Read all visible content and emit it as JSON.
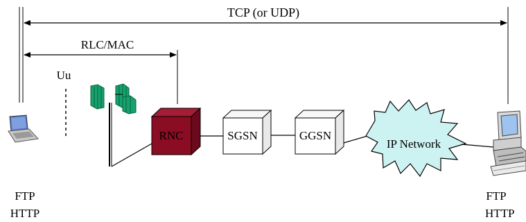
{
  "spans": {
    "tcp": "TCP (or UDP)",
    "rlc_mac": "RLC/MAC"
  },
  "air_interface": "Uu",
  "nodes": {
    "rnc": "RNC",
    "sgsn": "SGSN",
    "ggsn": "GGSN",
    "ip_network": "IP Network"
  },
  "client_apps": {
    "line1": "FTP",
    "line2": "HTTP"
  },
  "server_apps": {
    "line1": "FTP",
    "line2": "HTTP"
  },
  "colors": {
    "rnc_fill": "#8b0d24",
    "box_fill": "#ffffff",
    "cloud_fill": "#cdf2f2",
    "antenna": "#19a070",
    "laptop_screen": "#5a7fcf",
    "monitor_screen": "#9ec3ee"
  }
}
